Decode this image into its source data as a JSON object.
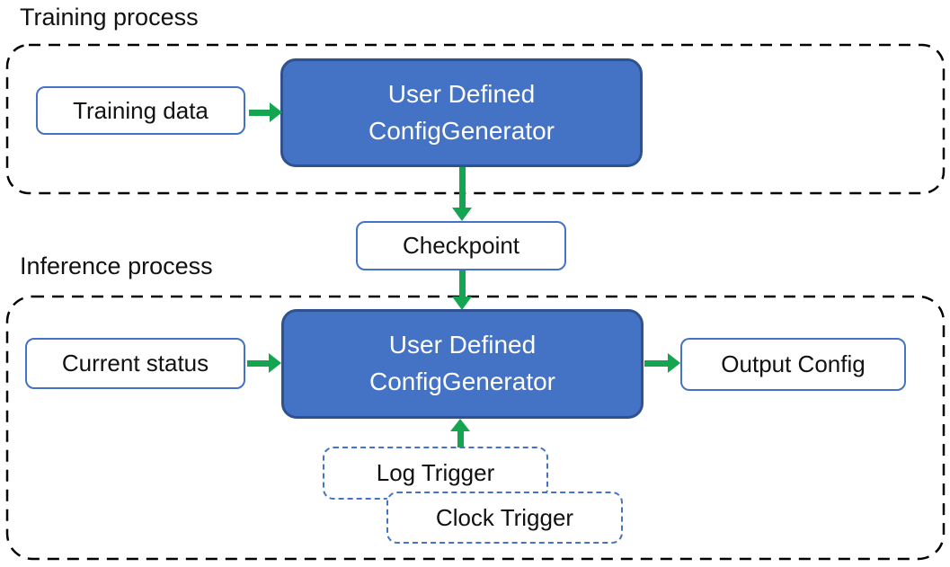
{
  "colors": {
    "node_fill": "#4472C4",
    "node_stroke": "#2F528F",
    "box_stroke": "#4472C4",
    "arrow_green": "#14A551",
    "container_stroke": "#000000",
    "text_dark": "#111111",
    "text_light": "#FFFFFF"
  },
  "training": {
    "title": "Training process",
    "training_data_label": "Training data",
    "generator_label": "User Defined\nConfigGenerator"
  },
  "checkpoint_label": "Checkpoint",
  "inference": {
    "title": "Inference process",
    "current_status_label": "Current status",
    "generator_label": "User Defined\nConfigGenerator",
    "output_config_label": "Output Config",
    "log_trigger_label": "Log Trigger",
    "clock_trigger_label": "Clock Trigger"
  }
}
